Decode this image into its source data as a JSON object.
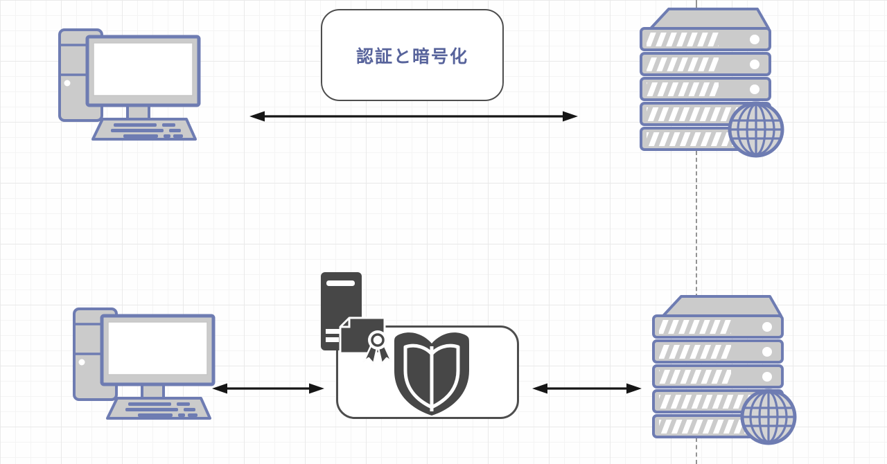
{
  "diagram": {
    "title_label": {
      "text": "認証と暗号化"
    },
    "nodes": [
      {
        "id": "client-computer-top",
        "icon": "desktop-computer-icon"
      },
      {
        "id": "web-server-top",
        "icon": "server-rack-globe-icon"
      },
      {
        "id": "client-computer-bottom",
        "icon": "desktop-computer-icon"
      },
      {
        "id": "certificate-server",
        "icon": "certificate-server-icon"
      },
      {
        "id": "security-shield",
        "icon": "shield-icon"
      },
      {
        "id": "web-server-bottom",
        "icon": "server-rack-globe-icon"
      }
    ],
    "connections": [
      {
        "from": "client-computer-top",
        "to": "web-server-top",
        "type": "double-headed-arrow",
        "label": "認証と暗号化"
      },
      {
        "from": "client-computer-bottom",
        "to": "security-box",
        "type": "double-headed-arrow",
        "label": ""
      },
      {
        "from": "security-box",
        "to": "web-server-bottom",
        "type": "double-headed-arrow",
        "label": ""
      },
      {
        "from": "web-server-top",
        "to": "web-server-bottom",
        "type": "dashed-vertical-line",
        "label": ""
      }
    ],
    "colors": {
      "icon_stroke": "#6e7cb2",
      "icon_fill": "#cbcbcb",
      "dark_icon": "#474747",
      "box_border": "#4d4d4d",
      "label_text": "#57639b",
      "arrow": "#161616",
      "dashed_line": "#939393",
      "background": "#fefefe",
      "grid_minor": "#f4f4f4",
      "grid_major": "#e9e9e9"
    }
  }
}
